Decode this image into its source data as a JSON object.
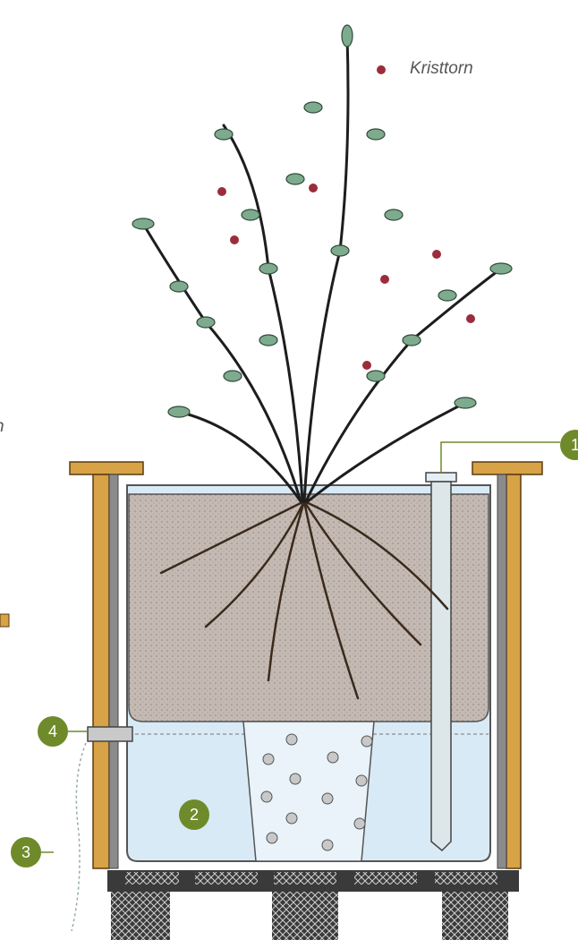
{
  "plant_name": "Kristtorn",
  "edge_fragment": "n",
  "callouts": [
    {
      "number": "1"
    },
    {
      "number": "2"
    },
    {
      "number": "3"
    },
    {
      "number": "4"
    }
  ],
  "colors": {
    "badge": "#6f8a2a",
    "callout_line": "#6f8a2a",
    "wood": "#d8a246",
    "soil": "#b9afa8",
    "water": "#d8eaf5",
    "leaf": "#7eaa8e",
    "berry": "#9b2d3a"
  }
}
